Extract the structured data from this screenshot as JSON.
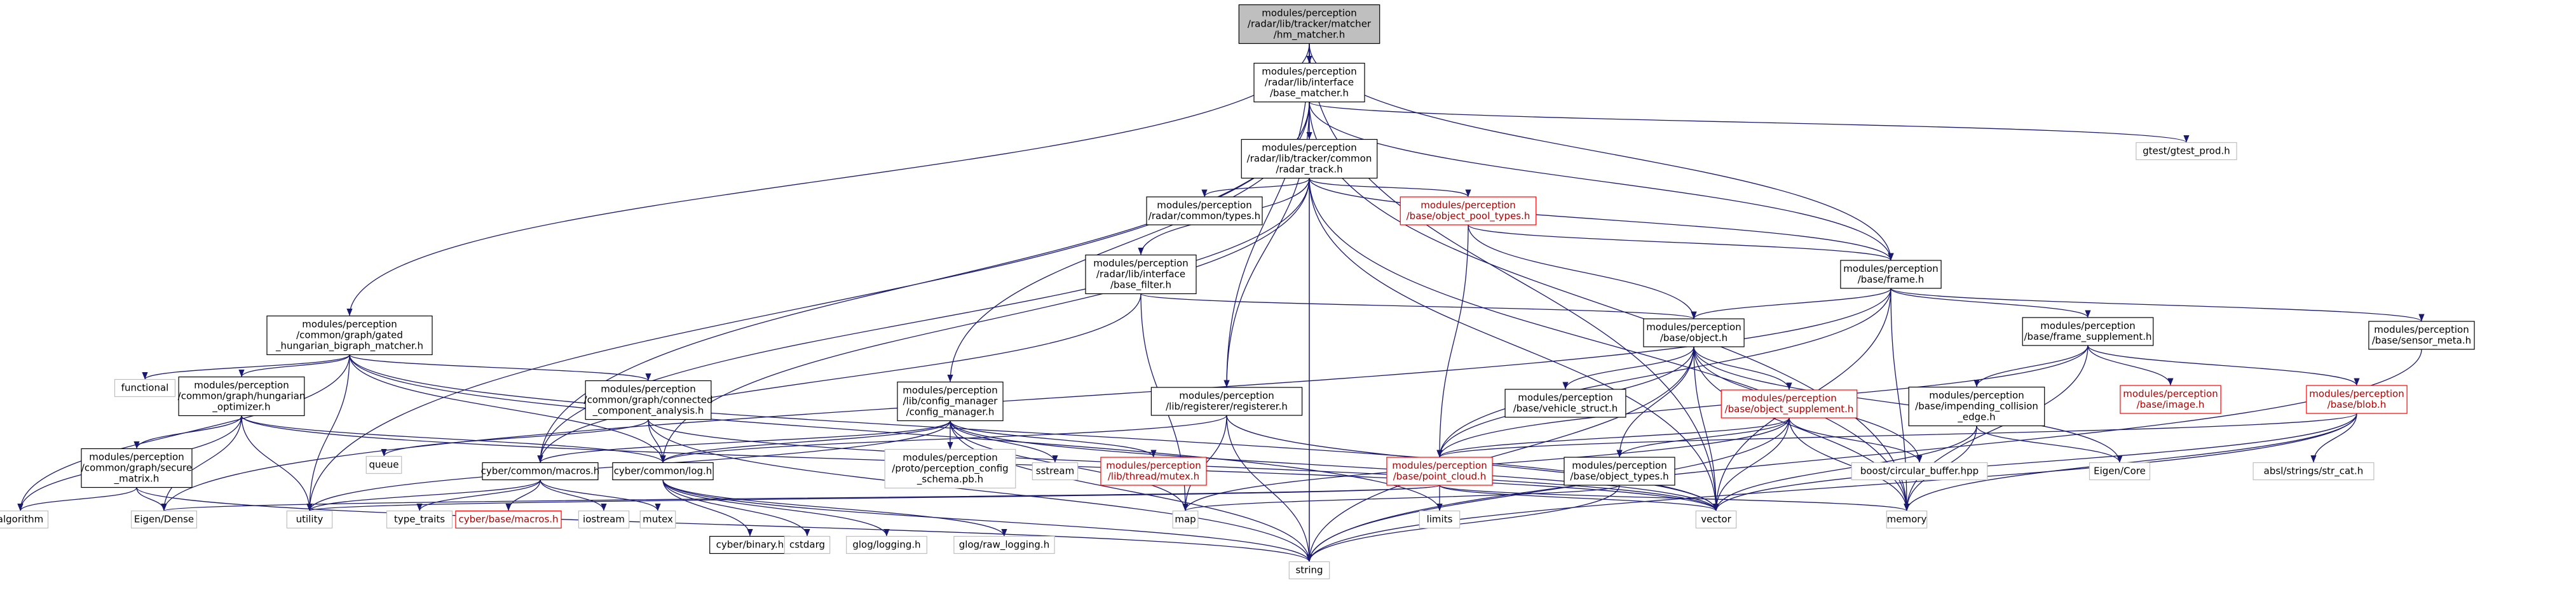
{
  "nodes": [
    {
      "id": "root",
      "lines": [
        "modules/perception",
        "/radar/lib/tracker/matcher",
        "/hm_matcher.h"
      ],
      "kind": "root"
    },
    {
      "id": "base_matcher",
      "lines": [
        "modules/perception",
        "/radar/lib/interface",
        "/base_matcher.h"
      ],
      "kind": "int"
    },
    {
      "id": "radar_track",
      "lines": [
        "modules/perception",
        "/radar/lib/tracker/common",
        "/radar_track.h"
      ],
      "kind": "int"
    },
    {
      "id": "gtest",
      "lines": [
        "gtest/gtest_prod.h"
      ],
      "kind": "ext"
    },
    {
      "id": "radar_types",
      "lines": [
        "modules/perception",
        "/radar/common/types.h"
      ],
      "kind": "int"
    },
    {
      "id": "object_pool",
      "lines": [
        "modules/perception",
        "/base/object_pool_types.h"
      ],
      "kind": "red"
    },
    {
      "id": "base_filter",
      "lines": [
        "modules/perception",
        "/radar/lib/interface",
        "/base_filter.h"
      ],
      "kind": "int"
    },
    {
      "id": "frame",
      "lines": [
        "modules/perception",
        "/base/frame.h"
      ],
      "kind": "int"
    },
    {
      "id": "gated",
      "lines": [
        "modules/perception",
        "/common/graph/gated",
        "_hungarian_bigraph_matcher.h"
      ],
      "kind": "int"
    },
    {
      "id": "object",
      "lines": [
        "modules/perception",
        "/base/object.h"
      ],
      "kind": "int"
    },
    {
      "id": "frame_supp",
      "lines": [
        "modules/perception",
        "/base/frame_supplement.h"
      ],
      "kind": "int"
    },
    {
      "id": "sensor_meta",
      "lines": [
        "modules/perception",
        "/base/sensor_meta.h"
      ],
      "kind": "int"
    },
    {
      "id": "functional",
      "lines": [
        "functional"
      ],
      "kind": "ext"
    },
    {
      "id": "hung_opt",
      "lines": [
        "modules/perception",
        "/common/graph/hungarian",
        "_optimizer.h"
      ],
      "kind": "int"
    },
    {
      "id": "connected",
      "lines": [
        "modules/perception",
        "/common/graph/connected",
        "_component_analysis.h"
      ],
      "kind": "int"
    },
    {
      "id": "config_mgr",
      "lines": [
        "modules/perception",
        "/lib/config_manager",
        "/config_manager.h"
      ],
      "kind": "int"
    },
    {
      "id": "registerer",
      "lines": [
        "modules/perception",
        "/lib/registerer/registerer.h"
      ],
      "kind": "int"
    },
    {
      "id": "vehicle",
      "lines": [
        "modules/perception",
        "/base/vehicle_struct.h"
      ],
      "kind": "int"
    },
    {
      "id": "obj_supp",
      "lines": [
        "modules/perception",
        "/base/object_supplement.h"
      ],
      "kind": "red"
    },
    {
      "id": "impending",
      "lines": [
        "modules/perception",
        "/base/impending_collision",
        "_edge.h"
      ],
      "kind": "int"
    },
    {
      "id": "image",
      "lines": [
        "modules/perception",
        "/base/image.h"
      ],
      "kind": "red"
    },
    {
      "id": "blob",
      "lines": [
        "modules/perception",
        "/base/blob.h"
      ],
      "kind": "red"
    },
    {
      "id": "secure_mat",
      "lines": [
        "modules/perception",
        "/common/graph/secure",
        "_matrix.h"
      ],
      "kind": "int"
    },
    {
      "id": "queue",
      "lines": [
        "queue"
      ],
      "kind": "ext"
    },
    {
      "id": "macros",
      "lines": [
        "cyber/common/macros.h"
      ],
      "kind": "int"
    },
    {
      "id": "log",
      "lines": [
        "cyber/common/log.h"
      ],
      "kind": "int"
    },
    {
      "id": "proto_cfg",
      "lines": [
        "modules/perception",
        "/proto/perception_config",
        "_schema.pb.h"
      ],
      "kind": "ext"
    },
    {
      "id": "sstream",
      "lines": [
        "sstream"
      ],
      "kind": "ext"
    },
    {
      "id": "mutex_h",
      "lines": [
        "modules/perception",
        "/lib/thread/mutex.h"
      ],
      "kind": "red"
    },
    {
      "id": "point_cloud",
      "lines": [
        "modules/perception",
        "/base/point_cloud.h"
      ],
      "kind": "red"
    },
    {
      "id": "object_types",
      "lines": [
        "modules/perception",
        "/base/object_types.h"
      ],
      "kind": "int"
    },
    {
      "id": "circ_buf",
      "lines": [
        "boost/circular_buffer.hpp"
      ],
      "kind": "ext"
    },
    {
      "id": "eigen_core",
      "lines": [
        "Eigen/Core"
      ],
      "kind": "ext"
    },
    {
      "id": "str_cat",
      "lines": [
        "absl/strings/str_cat.h"
      ],
      "kind": "ext"
    },
    {
      "id": "algorithm",
      "lines": [
        "algorithm"
      ],
      "kind": "ext"
    },
    {
      "id": "eigen_dense",
      "lines": [
        "Eigen/Dense"
      ],
      "kind": "ext"
    },
    {
      "id": "utility",
      "lines": [
        "utility"
      ],
      "kind": "ext"
    },
    {
      "id": "type_traits",
      "lines": [
        "type_traits"
      ],
      "kind": "ext"
    },
    {
      "id": "cyber_macros",
      "lines": [
        "cyber/base/macros.h"
      ],
      "kind": "red"
    },
    {
      "id": "iostream",
      "lines": [
        "iostream"
      ],
      "kind": "ext"
    },
    {
      "id": "mutex",
      "lines": [
        "mutex"
      ],
      "kind": "ext"
    },
    {
      "id": "binary",
      "lines": [
        "cyber/binary.h"
      ],
      "kind": "int"
    },
    {
      "id": "cstdarg",
      "lines": [
        "cstdarg"
      ],
      "kind": "ext"
    },
    {
      "id": "glog",
      "lines": [
        "glog/logging.h"
      ],
      "kind": "ext"
    },
    {
      "id": "glog_raw",
      "lines": [
        "glog/raw_logging.h"
      ],
      "kind": "ext"
    },
    {
      "id": "map",
      "lines": [
        "map"
      ],
      "kind": "ext"
    },
    {
      "id": "limits",
      "lines": [
        "limits"
      ],
      "kind": "ext"
    },
    {
      "id": "vector",
      "lines": [
        "vector"
      ],
      "kind": "ext"
    },
    {
      "id": "memory",
      "lines": [
        "memory"
      ],
      "kind": "ext"
    },
    {
      "id": "string",
      "lines": [
        "string"
      ],
      "kind": "ext"
    }
  ],
  "edges": [
    [
      "root",
      "base_matcher"
    ],
    [
      "root",
      "gated"
    ],
    [
      "root",
      "frame"
    ],
    [
      "root",
      "registerer"
    ],
    [
      "root",
      "vector"
    ],
    [
      "base_matcher",
      "radar_track"
    ],
    [
      "base_matcher",
      "gtest"
    ],
    [
      "base_matcher",
      "frame"
    ],
    [
      "base_matcher",
      "config_mgr"
    ],
    [
      "base_matcher",
      "registerer"
    ],
    [
      "base_matcher",
      "macros"
    ],
    [
      "base_matcher",
      "utility"
    ],
    [
      "base_matcher",
      "string"
    ],
    [
      "base_matcher",
      "memory"
    ],
    [
      "radar_track",
      "radar_types"
    ],
    [
      "radar_track",
      "object_pool"
    ],
    [
      "radar_track",
      "base_filter"
    ],
    [
      "radar_track",
      "frame"
    ],
    [
      "radar_track",
      "macros"
    ],
    [
      "radar_track",
      "log"
    ],
    [
      "radar_track",
      "string"
    ],
    [
      "radar_track",
      "memory"
    ],
    [
      "radar_track",
      "vector"
    ],
    [
      "object_pool",
      "frame"
    ],
    [
      "object_pool",
      "object"
    ],
    [
      "object_pool",
      "point_cloud"
    ],
    [
      "base_filter",
      "object"
    ],
    [
      "base_filter",
      "macros"
    ],
    [
      "base_filter",
      "map"
    ],
    [
      "frame",
      "object"
    ],
    [
      "frame",
      "frame_supp"
    ],
    [
      "frame",
      "sensor_meta"
    ],
    [
      "frame",
      "point_cloud"
    ],
    [
      "frame",
      "eigen_dense"
    ],
    [
      "frame",
      "memory"
    ],
    [
      "frame",
      "vector"
    ],
    [
      "gated",
      "functional"
    ],
    [
      "gated",
      "hung_opt"
    ],
    [
      "gated",
      "connected"
    ],
    [
      "gated",
      "log"
    ],
    [
      "gated",
      "algorithm"
    ],
    [
      "gated",
      "utility"
    ],
    [
      "gated",
      "vector"
    ],
    [
      "gated",
      "limits"
    ],
    [
      "object",
      "vehicle"
    ],
    [
      "object",
      "obj_supp"
    ],
    [
      "object",
      "object_types"
    ],
    [
      "object",
      "point_cloud"
    ],
    [
      "object",
      "circ_buf"
    ],
    [
      "object",
      "eigen_core"
    ],
    [
      "object",
      "memory"
    ],
    [
      "object",
      "string"
    ],
    [
      "object",
      "vector"
    ],
    [
      "frame_supp",
      "impending"
    ],
    [
      "frame_supp",
      "image"
    ],
    [
      "frame_supp",
      "blob"
    ],
    [
      "frame_supp",
      "point_cloud"
    ],
    [
      "frame_supp",
      "memory"
    ],
    [
      "sensor_meta",
      "string"
    ],
    [
      "hung_opt",
      "secure_mat"
    ],
    [
      "hung_opt",
      "log"
    ],
    [
      "hung_opt",
      "algorithm"
    ],
    [
      "hung_opt",
      "eigen_dense"
    ],
    [
      "hung_opt",
      "utility"
    ],
    [
      "hung_opt",
      "vector"
    ],
    [
      "connected",
      "queue"
    ],
    [
      "connected",
      "log"
    ],
    [
      "connected",
      "vector"
    ],
    [
      "connected",
      "string"
    ],
    [
      "config_mgr",
      "macros"
    ],
    [
      "config_mgr",
      "log"
    ],
    [
      "config_mgr",
      "proto_cfg"
    ],
    [
      "config_mgr",
      "sstream"
    ],
    [
      "config_mgr",
      "mutex_h"
    ],
    [
      "config_mgr",
      "map"
    ],
    [
      "config_mgr",
      "string"
    ],
    [
      "config_mgr",
      "vector"
    ],
    [
      "config_mgr",
      "utility"
    ],
    [
      "registerer",
      "log"
    ],
    [
      "registerer",
      "map"
    ],
    [
      "registerer",
      "string"
    ],
    [
      "registerer",
      "vector"
    ],
    [
      "obj_supp",
      "object_types"
    ],
    [
      "obj_supp",
      "point_cloud"
    ],
    [
      "obj_supp",
      "circ_buf"
    ],
    [
      "obj_supp",
      "memory"
    ],
    [
      "obj_supp",
      "string"
    ],
    [
      "obj_supp",
      "vector"
    ],
    [
      "obj_supp",
      "map"
    ],
    [
      "impending",
      "eigen_core"
    ],
    [
      "impending",
      "memory"
    ],
    [
      "impending",
      "vector"
    ],
    [
      "blob",
      "str_cat"
    ],
    [
      "blob",
      "memory"
    ],
    [
      "blob",
      "string"
    ],
    [
      "blob",
      "vector"
    ],
    [
      "blob",
      "point_cloud"
    ],
    [
      "secure_mat",
      "algorithm"
    ],
    [
      "secure_mat",
      "eigen_dense"
    ],
    [
      "secure_mat",
      "string"
    ],
    [
      "macros",
      "type_traits"
    ],
    [
      "macros",
      "cyber_macros"
    ],
    [
      "macros",
      "iostream"
    ],
    [
      "macros",
      "mutex"
    ],
    [
      "macros",
      "utility"
    ],
    [
      "log",
      "binary"
    ],
    [
      "log",
      "cstdarg"
    ],
    [
      "log",
      "glog"
    ],
    [
      "log",
      "glog_raw"
    ],
    [
      "log",
      "string"
    ],
    [
      "point_cloud",
      "utility"
    ],
    [
      "point_cloud",
      "limits"
    ],
    [
      "point_cloud",
      "memory"
    ],
    [
      "point_cloud",
      "vector"
    ],
    [
      "point_cloud",
      "eigen_dense"
    ],
    [
      "object_types",
      "map"
    ],
    [
      "object_types",
      "string"
    ]
  ]
}
